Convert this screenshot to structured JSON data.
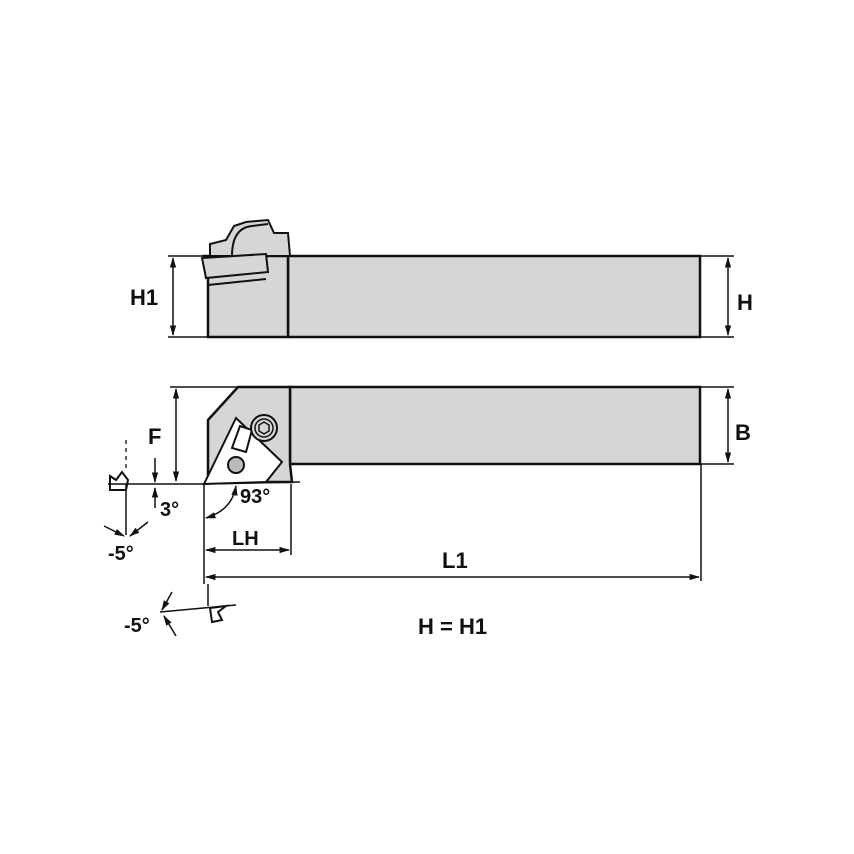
{
  "diagram": {
    "type": "technical-drawing",
    "subject": "turning tool holder",
    "colors": {
      "body": "#d6d6d6",
      "stroke": "#111111",
      "background": "#ffffff"
    },
    "side_view": {
      "labels": {
        "left_height": "H1",
        "right_height": "H"
      }
    },
    "top_view": {
      "labels": {
        "offset": "F",
        "width": "B",
        "head_length": "LH",
        "overall_length": "L1",
        "lead_angle": "93°",
        "clearance_angle": "3°",
        "inclination_angle_1": "-5°",
        "inclination_angle_2": "-5°"
      }
    },
    "note": "H = H1"
  }
}
